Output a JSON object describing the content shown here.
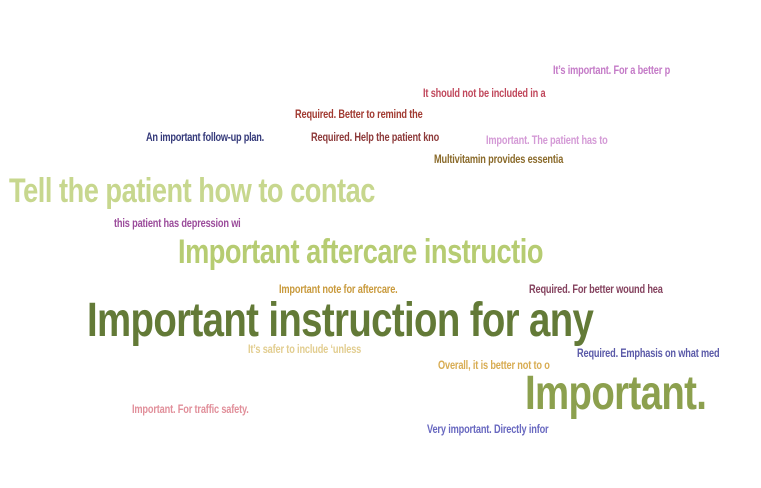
{
  "word_cloud": {
    "words": [
      {
        "text": "It’s important. For a better p",
        "color": "#c47ac7"
      },
      {
        "text": "It should not be included in a",
        "color": "#c0475b"
      },
      {
        "text": "Required. Better to remind the",
        "color": "#a13a31"
      },
      {
        "text": "An important follow-up plan.",
        "color": "#353a7a"
      },
      {
        "text": "Required. Help the patient kno",
        "color": "#8d3a3a"
      },
      {
        "text": "Important. The patient has to",
        "color": "#d49ad6"
      },
      {
        "text": "Multivitamin provides essentia",
        "color": "#8a6a2a"
      },
      {
        "text": "Tell the patient how to contac",
        "color": "#c7d78e"
      },
      {
        "text": "this patient has depression wi",
        "color": "#9a4a9a"
      },
      {
        "text": "Important aftercare instructio",
        "color": "#b6cc72"
      },
      {
        "text": "Important note for aftercare.",
        "color": "#c99a3c"
      },
      {
        "text": "Required. For better wound hea",
        "color": "#84425e"
      },
      {
        "text": "Important instruction for any",
        "color": "#637a37"
      },
      {
        "text": "It’s safer to include ‘unless",
        "color": "#e2cd8f"
      },
      {
        "text": "Required. Emphasis on what med",
        "color": "#5a59a8"
      },
      {
        "text": "Overall, it is better not to o",
        "color": "#d8ac52"
      },
      {
        "text": "Important.",
        "color": "#8ca04e"
      },
      {
        "text": "Important. For traffic safety.",
        "color": "#e18f9a"
      },
      {
        "text": "Very important. Directly infor",
        "color": "#6868c0"
      }
    ]
  }
}
